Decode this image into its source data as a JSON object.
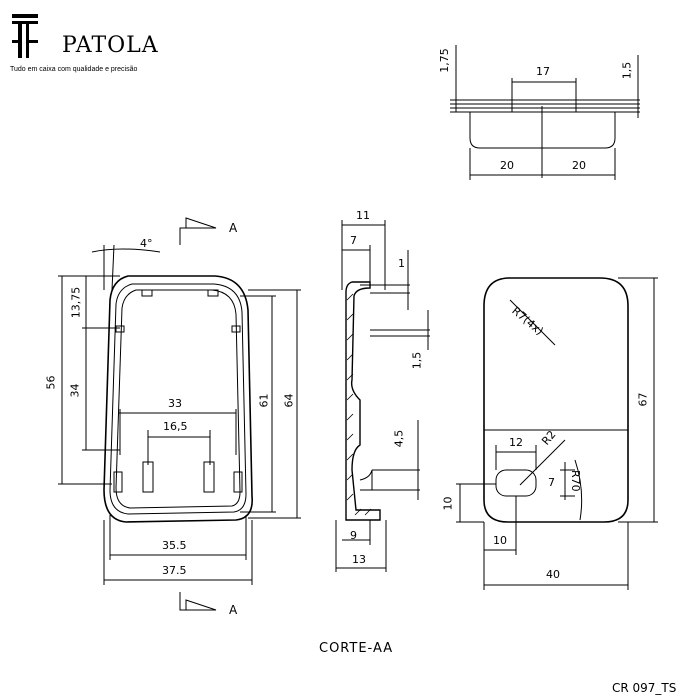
{
  "brand": {
    "logo_icon": "patola-logo-icon",
    "name": "PATOLA",
    "tagline": "Tudo em caixa com qualidade e precisão"
  },
  "section_markers": {
    "top": "A",
    "bottom": "A"
  },
  "angle_label": "4°",
  "front_view": {
    "top_depth": "13,75",
    "inner_height": "34",
    "outer_height": "56",
    "inner_width": "33",
    "slot_spacing": "16,5",
    "height_61": "61",
    "height_64": "64",
    "width_35": "35.5",
    "width_37": "37.5"
  },
  "top_view": {
    "thickness_left": "1,75",
    "tab_width": "17",
    "thickness_right": "1,5",
    "half_left": "20",
    "half_right": "20"
  },
  "section_view": {
    "width_11": "11",
    "width_7": "7",
    "dim_1": "1",
    "dim_1_5": "1,5",
    "dim_4_5": "4,5",
    "width_9": "9",
    "width_13": "13",
    "caption": "CORTE-AA"
  },
  "back_view": {
    "radius_corner": "R7(4x)",
    "height_67": "67",
    "window_width": "12",
    "radius_small": "R2",
    "window_height": "7",
    "radius_large": "R70",
    "offset_vertical": "10",
    "offset_horizontal": "10",
    "total_width": "40"
  },
  "drawing_code": "CR 097_TS"
}
